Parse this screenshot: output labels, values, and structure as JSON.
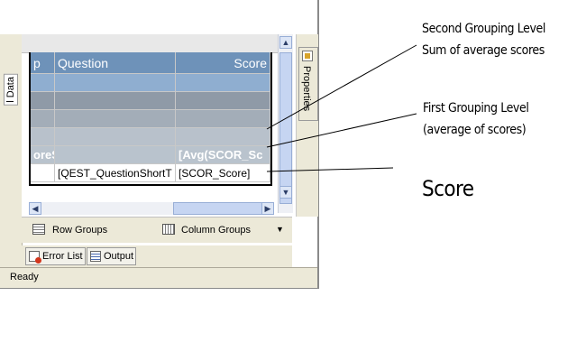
{
  "left_panel": {
    "label": "l Data"
  },
  "report_table": {
    "headers": [
      "p",
      "Question",
      "Score"
    ],
    "group_avg_row": [
      "oreS",
      "",
      "[Avg(SCOR_Sc"
    ],
    "detail_row": [
      "",
      "[QEST_QuestionShortT",
      "[SCOR_Score]"
    ]
  },
  "properties_tab": {
    "label": "Properties"
  },
  "groups_bar": {
    "row_groups": "Row Groups",
    "column_groups": "Column Groups"
  },
  "bottom_tabs": {
    "error_list": "Error List",
    "output": "Output"
  },
  "status_bar": {
    "text": "Ready"
  },
  "annotations": {
    "second_grouping_title": "Second Grouping Level",
    "second_grouping_desc": "Sum of average scores",
    "first_grouping_title": "First Grouping Level",
    "first_grouping_desc": "(average of scores)",
    "score": "Score"
  },
  "icons": {
    "row_groups_icon": "row-groups-icon",
    "column_groups_icon": "column-groups-icon",
    "error_list_icon": "error-list-icon",
    "output_icon": "output-icon",
    "properties_icon": "properties-icon"
  }
}
